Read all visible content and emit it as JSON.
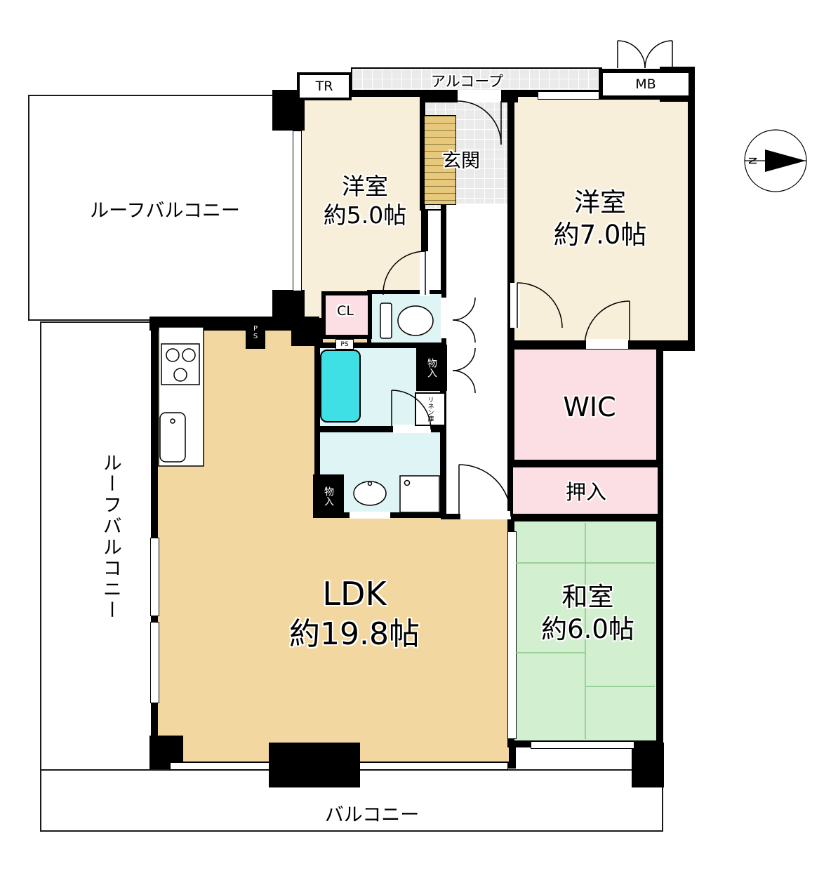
{
  "page": {
    "type": "floor-plan"
  },
  "compass": {
    "north_label": "N"
  },
  "balconies": {
    "roof_top": "ルーフバルコニー",
    "roof_left": "ルーフバルコニー",
    "bottom": "バルコニー"
  },
  "top_strip": {
    "tr": "TR",
    "alcove": "アルコープ",
    "mb": "MB"
  },
  "rooms": {
    "yoshitsu5": {
      "name": "洋室",
      "size": "約5.0帖"
    },
    "yoshitsu7": {
      "name": "洋室",
      "size": "約7.0帖"
    },
    "ldk": {
      "name": "LDK",
      "size": "約19.8帖"
    },
    "washitsu": {
      "name": "和室",
      "size": "約6.0帖"
    },
    "genkan": "玄関",
    "wic": "WIC",
    "oshiire": "押入",
    "cl": "CL",
    "linen": "リネン庫",
    "storage_top": "物入",
    "storage_bottom": "物入",
    "ps_shaft": "PS",
    "ps_small": "PS"
  },
  "colors": {
    "wall": "#000000",
    "western_room": "#f8efdb",
    "ldk": "#f2d8a0",
    "tatami_room": "#d2efcf",
    "closet_pink": "#fbdfe4",
    "wet_area": "#dff4f4",
    "bathtub": "#3fdfe6",
    "entrance_tile": "#eaeaea",
    "shoe_cabinet": "#e8c97c"
  }
}
